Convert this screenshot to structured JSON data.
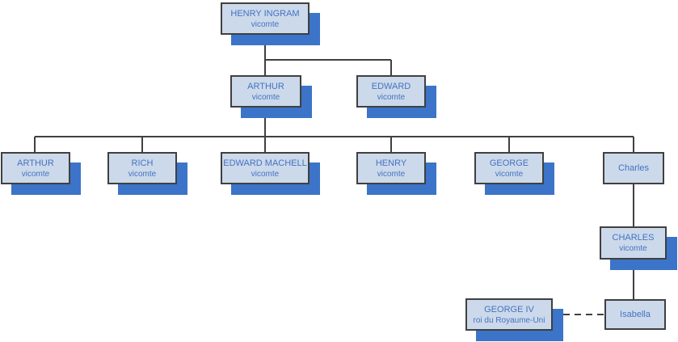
{
  "diagram": {
    "type": "family-tree",
    "description": "Genealogy chart of the Ingram viscounts"
  },
  "colors": {
    "background": "#FFFFFF",
    "box_fill": "#CCD9EA",
    "box_border": "#404040",
    "box_shadow": "#3B74C8",
    "text_blue": "#4472C4",
    "connector": "#404040"
  },
  "nodes": [
    {
      "name": "HENRY INGRAM",
      "subtitle": "vicomte"
    },
    {
      "name": "ARTHUR",
      "subtitle": "vicomte"
    },
    {
      "name": "EDWARD",
      "subtitle": "vicomte"
    },
    {
      "name": "ARTHUR",
      "subtitle": "vicomte"
    },
    {
      "name": "RICH",
      "subtitle": "vicomte"
    },
    {
      "name": "EDWARD MACHELL",
      "subtitle": "vicomte"
    },
    {
      "name": "HENRY",
      "subtitle": "vicomte"
    },
    {
      "name": "GEORGE",
      "subtitle": "vicomte"
    },
    {
      "name": "Charles"
    },
    {
      "name": "CHARLES",
      "subtitle": "vicomte"
    },
    {
      "name": "GEORGE IV",
      "subtitle": "roi du Royaume-Uni"
    },
    {
      "name": "Isabella"
    }
  ],
  "relationships": [
    {
      "parent": "HENRY INGRAM",
      "children": [
        "ARTHUR",
        "EDWARD"
      ]
    },
    {
      "parent": "ARTHUR",
      "children": [
        "ARTHUR",
        "RICH",
        "EDWARD MACHELL",
        "HENRY",
        "GEORGE",
        "Charles"
      ]
    },
    {
      "parent": "Charles",
      "children": [
        "CHARLES"
      ]
    },
    {
      "parent": "CHARLES",
      "children": [
        "Isabella"
      ]
    },
    {
      "union": [
        "GEORGE IV",
        "Isabella"
      ],
      "style": "dashed"
    }
  ]
}
